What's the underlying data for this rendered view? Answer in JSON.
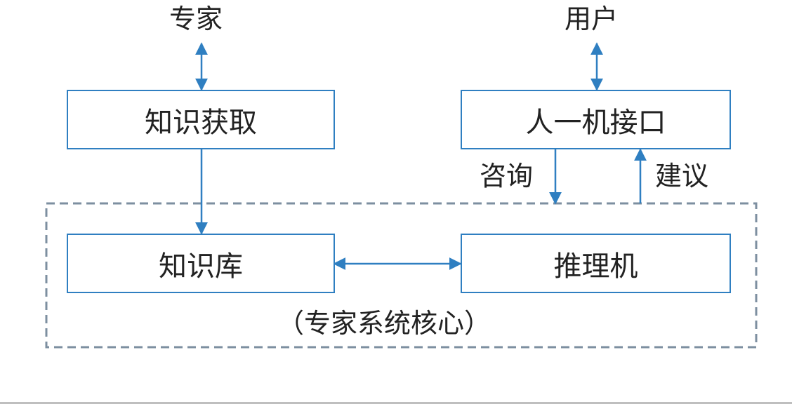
{
  "colors": {
    "line": "#2f7fc1",
    "dashed_border": "#7d8fa0",
    "text": "#222222"
  },
  "labels": {
    "expert": "专家",
    "user": "用户",
    "consult": "咨询",
    "advice": "建议",
    "core_caption": "（专家系统核心）"
  },
  "boxes": {
    "knowledge_acquisition": "知识获取",
    "human_machine_interface": "人一机接口",
    "knowledge_base": "知识库",
    "inference_engine": "推理机"
  }
}
